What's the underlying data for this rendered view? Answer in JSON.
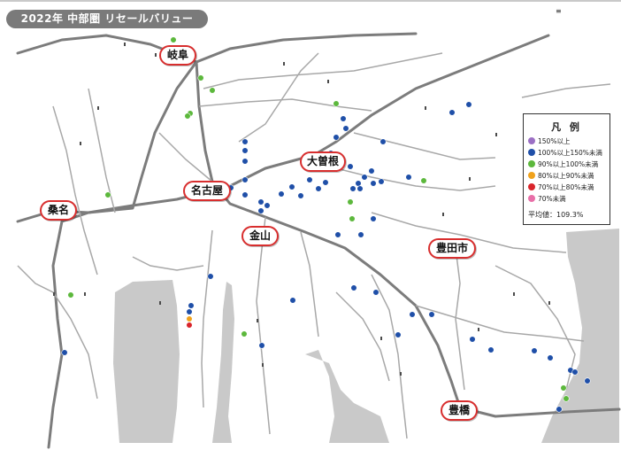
{
  "map": {
    "title": "2022年 中部圏 リセールバリュー",
    "corner_mark": "≡",
    "cities": [
      {
        "name": "岐阜"
      },
      {
        "name": "大曽根"
      },
      {
        "name": "名古屋"
      },
      {
        "name": "桑名"
      },
      {
        "name": "金山"
      },
      {
        "name": "豊田市"
      },
      {
        "name": "豊橋"
      }
    ],
    "legend": {
      "title": "凡 例",
      "items": [
        {
          "label": "150%以上",
          "color": "#9b6fc4"
        },
        {
          "label": "100%以上150%未満",
          "color": "#1f4fa8"
        },
        {
          "label": "90%以上100%未満",
          "color": "#5cb83c"
        },
        {
          "label": "80%以上90%未満",
          "color": "#f0a21c"
        },
        {
          "label": "70%以上80%未満",
          "color": "#d9242b"
        },
        {
          "label": "70%未満",
          "color": "#e86fa8"
        }
      ],
      "average": "平均値：109.3%"
    },
    "colors": {
      "sea": "#c9c9c9",
      "rail": "#7c7c7c",
      "rail_light": "#a8a8a8",
      "city_border": "#d82e2e",
      "title_bg": "#7a7a7a"
    },
    "stations": [
      {
        "category": 2
      },
      {
        "category": 2
      },
      {
        "category": 2
      },
      {
        "category": 2
      },
      {
        "category": 2
      },
      {
        "category": 1
      },
      {
        "category": 1
      },
      {
        "category": 1
      },
      {
        "category": 1
      },
      {
        "category": 1
      },
      {
        "category": 1
      },
      {
        "category": 1
      },
      {
        "category": 1
      },
      {
        "category": 1
      },
      {
        "category": 1
      },
      {
        "category": 1
      },
      {
        "category": 1
      },
      {
        "category": 1
      },
      {
        "category": 1
      },
      {
        "category": 1
      },
      {
        "category": 1
      },
      {
        "category": 1
      },
      {
        "category": 1
      },
      {
        "category": 1
      },
      {
        "category": 1
      },
      {
        "category": 1
      },
      {
        "category": 1
      },
      {
        "category": 1
      },
      {
        "category": 1
      },
      {
        "category": 2
      },
      {
        "category": 2
      },
      {
        "category": 2
      },
      {
        "category": 1
      },
      {
        "category": 1
      },
      {
        "category": 1
      },
      {
        "category": 1
      },
      {
        "category": 1
      },
      {
        "category": 1
      },
      {
        "category": 1
      },
      {
        "category": 1
      },
      {
        "category": 1
      },
      {
        "category": 1
      },
      {
        "category": 1
      },
      {
        "category": 2
      },
      {
        "category": 1
      },
      {
        "category": 1
      },
      {
        "category": 1
      },
      {
        "category": 1
      },
      {
        "category": 1
      },
      {
        "category": 1
      },
      {
        "category": 1
      },
      {
        "category": 2
      },
      {
        "category": 1
      },
      {
        "category": 1
      },
      {
        "category": 1
      },
      {
        "category": 1
      },
      {
        "category": 2
      },
      {
        "category": 1
      },
      {
        "category": 2
      },
      {
        "category": 1
      },
      {
        "category": 3
      },
      {
        "category": 4
      },
      {
        "category": 2
      },
      {
        "category": 1
      },
      {
        "category": 1
      },
      {
        "category": 1
      },
      {
        "category": 1
      },
      {
        "category": 1
      },
      {
        "category": 1
      },
      {
        "category": 1
      },
      {
        "category": 1
      },
      {
        "category": 2
      }
    ]
  }
}
